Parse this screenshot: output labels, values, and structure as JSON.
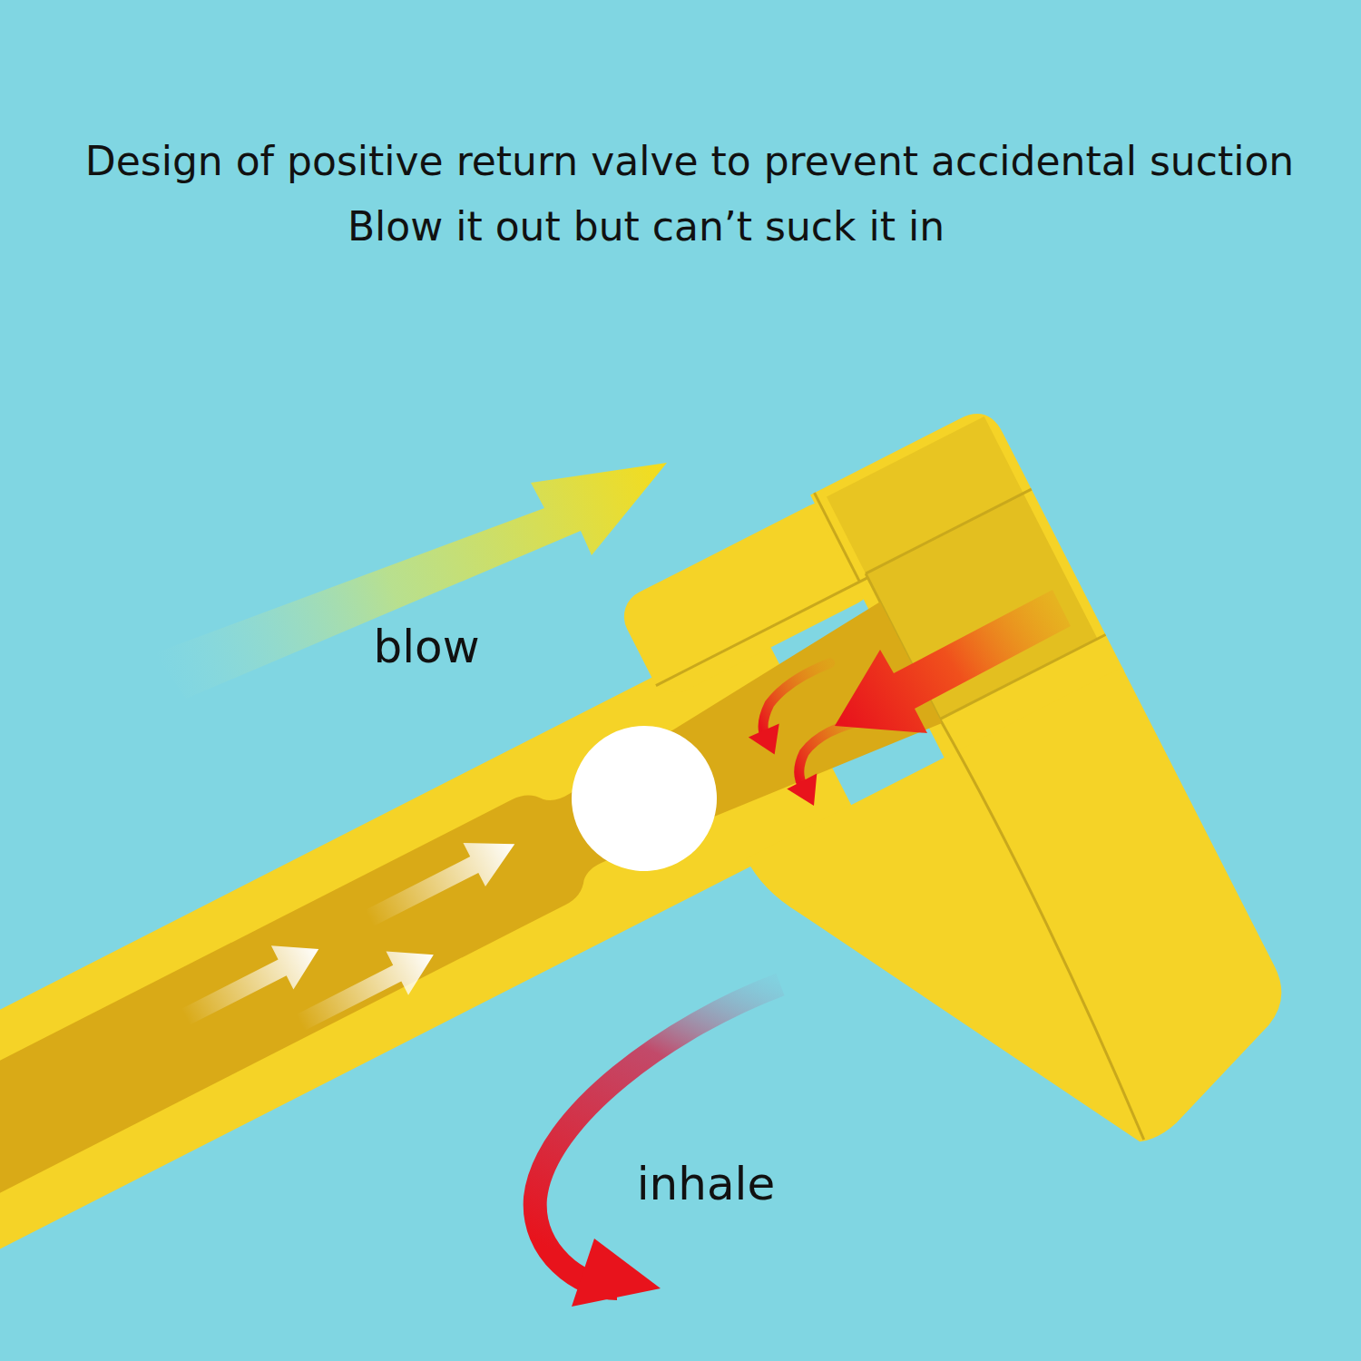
{
  "diagram": {
    "title": "Design of positive return valve to prevent accidental suction",
    "labels": [
      "Blow it out but can’t suck it in",
      "blow",
      "inhale"
    ]
  }
}
